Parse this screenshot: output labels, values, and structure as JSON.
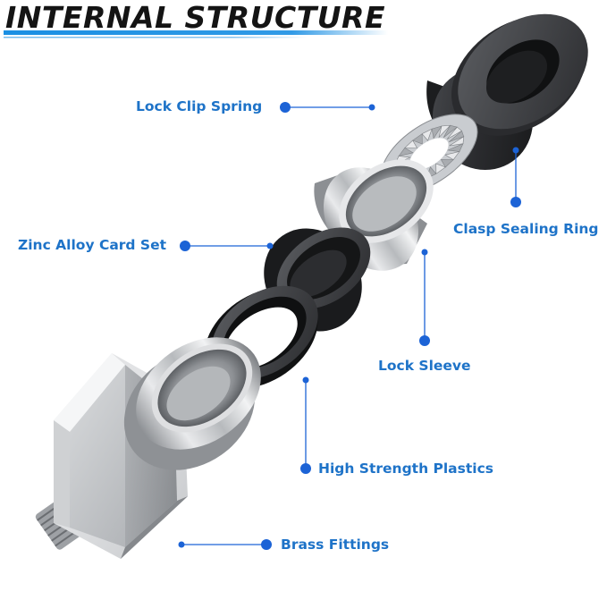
{
  "title": "INTERNAL STRUCTURE",
  "labels": {
    "lock_clip_spring": "Lock Clip Spring",
    "clasp_sealing_ring": "Clasp Sealing Ring",
    "zinc_alloy_card_set": "Zinc Alloy Card Set",
    "lock_sleeve": "Lock Sleeve",
    "high_strength_plastics": "High Strength Plastics",
    "brass_fittings": "Brass Fittings"
  },
  "colors": {
    "label_blue": "#1e73c8",
    "title_black": "#141414",
    "accent_blue": "#1a8fe3",
    "dot_blue": "#1c63d6"
  }
}
